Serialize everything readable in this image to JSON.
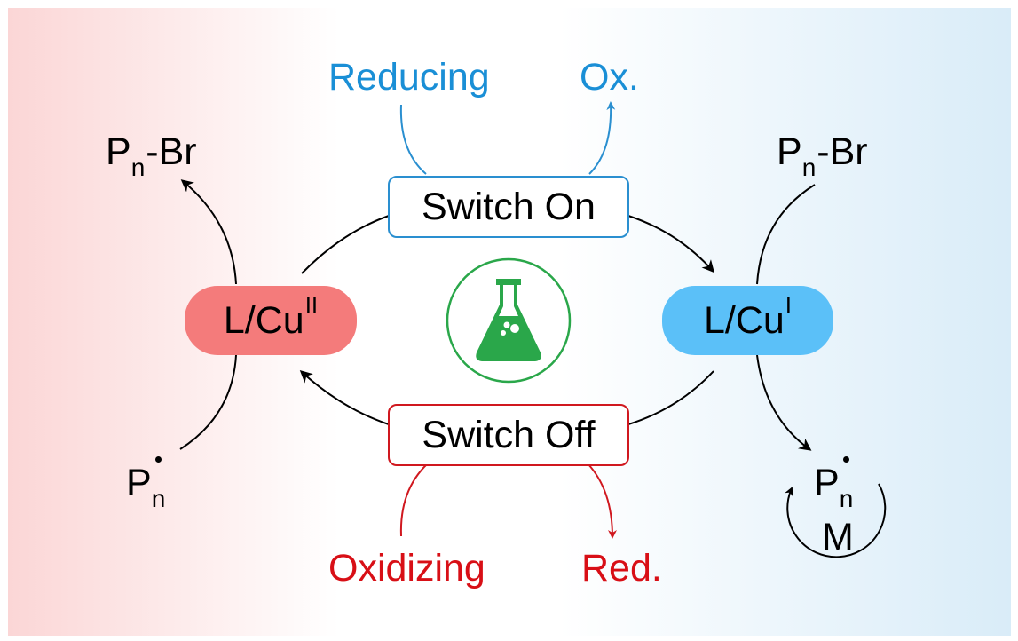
{
  "colors": {
    "cu2_fill": "#f47b7b",
    "cu1_fill": "#5bc0f8",
    "switch_on_border": "#2a8fd0",
    "switch_off_border": "#d0181f",
    "reducing_text": "#1a8fd6",
    "oxidizing_text": "#d80f16",
    "flask_green": "#2aa74a",
    "arrow_black": "#000000"
  },
  "icons": {
    "center": "flask-icon"
  },
  "diagram": {
    "cu2": {
      "base": "L/Cu",
      "oxidation_state": "II"
    },
    "cu1": {
      "base": "L/Cu",
      "oxidation_state": "I"
    },
    "switch_on": "Switch On",
    "switch_off": "Switch Off",
    "reducing": "Reducing",
    "ox": "Ox.",
    "oxidizing": "Oxidizing",
    "red": "Red.",
    "pn_br_left": {
      "base": "P",
      "subscript": "n",
      "suffix": "-Br"
    },
    "pn_br_right": {
      "base": "P",
      "subscript": "n",
      "suffix": "-Br"
    },
    "pn_radical_left": {
      "base": "P",
      "subscript": "n"
    },
    "pn_radical_right": {
      "base": "P",
      "subscript": "n"
    },
    "monomer": "M"
  }
}
